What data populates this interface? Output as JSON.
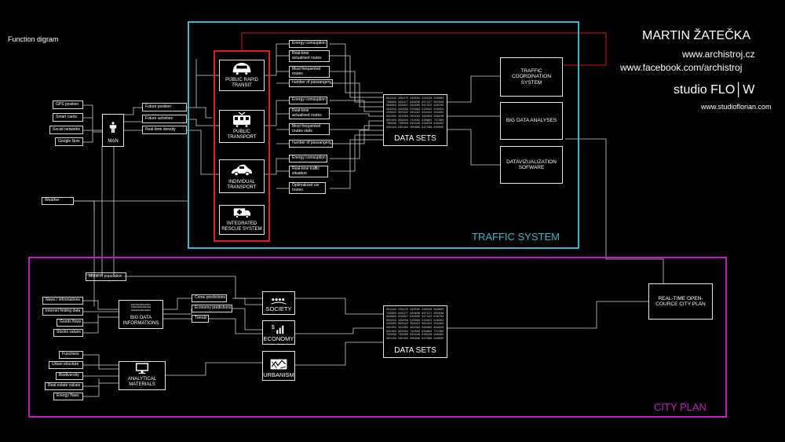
{
  "diagram_title": "Function digram",
  "author": {
    "name": "MARTIN ŽATEČKA",
    "web": "www.archistroj.cz",
    "facebook": "www.facebook.com/archistroj",
    "studio": "studio FLO│W",
    "studio_web": "www.studioflorian.com"
  },
  "colors": {
    "traffic": "#3fb6c6",
    "city": "#c020c0",
    "red": "#e02020",
    "line": "#d8d8d8"
  },
  "regions": {
    "traffic_label": "TRAFFIC SYSTEM",
    "city_label": "CITY PLAN"
  },
  "man_inputs": [
    "GPS position",
    "Smart cards",
    "Social networks",
    "Google Now"
  ],
  "man": {
    "label": "MAN",
    "icon": "person-icon"
  },
  "man_outputs": [
    "Future position",
    "Future activities",
    "Real-time density"
  ],
  "weather": "Weather",
  "transport": [
    {
      "label": "PUBLIC RAPID TRANSIT",
      "icon": "rapid-transit-icon"
    },
    {
      "label": "PUBLIC TRANSPORT",
      "icon": "tram-icon"
    },
    {
      "label": "INDIVIDUAL TRANSPORT",
      "icon": "car-icon"
    },
    {
      "label": "INTEGRATED RESCUE SYSTEM",
      "icon": "ambulance-icon"
    }
  ],
  "rapid_items": [
    "Energy comsuption",
    "Real-time actualised routes",
    "Most frequented routes",
    "number of passangers"
  ],
  "public_items": [
    "Energy comsuption",
    "Real-time actualised routes",
    "Most frequented routes stats",
    "number of passangers"
  ],
  "individual_items": [
    "Energy comsuption",
    "Real-time traffic situation",
    "Optimalized car routes"
  ],
  "datasets_traffic": {
    "label": "DATA SETS",
    "numbers": "032442 236475 340504 346328 046803\n748903 946477 940930 957127 002048\n936603 629847 582905 827322 938702\n334033 329559 525093 533322 536352\n220933 050322 304422 904432 258304\n035403 301003 302293 390303 838228\n035403 904934 744592 940904 737383\n736039 736050 945349 038228 940402\n335433 535404 005899 827398 040505"
  },
  "traffic_outputs": [
    "TRAFFIC COORDINATION SYSTEM",
    "BIG DATA ANALYSES",
    "DATAVIZUALIZATION SOFWARE"
  ],
  "mood": "Mood of population",
  "bigdata_inputs": [
    "News / informations",
    "Internet finding data",
    "Goods flows",
    "Stocks values"
  ],
  "bigdata": {
    "label": "BIG DATA INFORMATIONS",
    "icon": "binary-icon",
    "icon_text": "01010101010101\n10101010101010\n01010101010101"
  },
  "bigdata_outputs": [
    "Crime predictions",
    "Economy predictions",
    "Trends"
  ],
  "analytic_inputs": [
    "Functions",
    "Urban structure",
    "Biodiversity",
    "Real estate values",
    "Energy flows"
  ],
  "analytic": {
    "label": "ANALYTICAL MATERIALS",
    "icon": "monitor-icon"
  },
  "city_nodes": [
    {
      "label": "SOCIETY",
      "icon": "society-icon"
    },
    {
      "label": "ECONOMY",
      "icon": "economy-icon"
    },
    {
      "label": "URBANISM",
      "icon": "map-icon"
    }
  ],
  "datasets_city": {
    "label": "DATA SETS",
    "numbers": "032442 236475 340504 346328 046803\n748903 946477 940930 957127 002048\n936603 629847 582905 827322 938702\n334033 329559 525093 533322 536352\n220933 050322 304422 904432 258304\n035403 301003 302293 390303 838228\n035403 904934 744592 940904 737383\n736039 736050 945349 038228 940402\n335433 535404 005899 827398 040505"
  },
  "city_plan_output": "REAL-TIME OPEN-COURCE CITY PLAN"
}
